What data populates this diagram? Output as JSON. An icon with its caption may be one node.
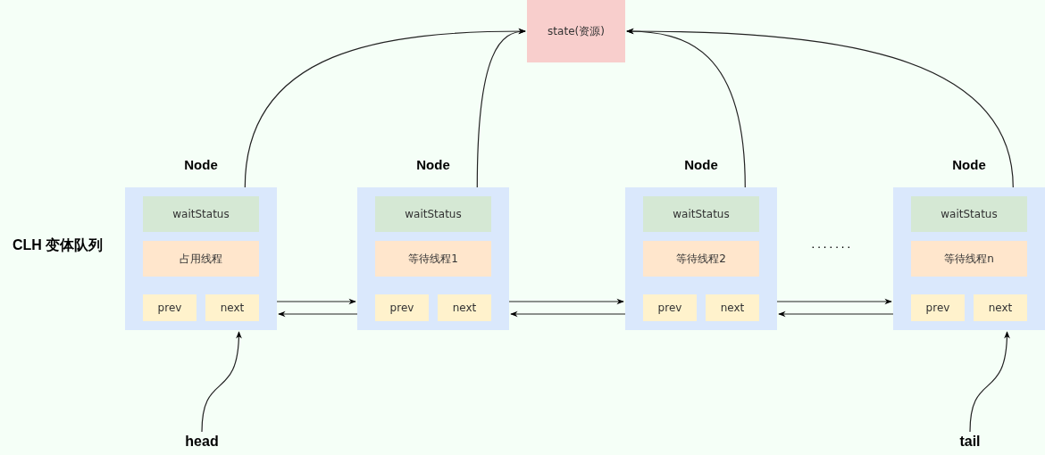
{
  "diagram": {
    "nodes": [
      {
        "text": [
          "state(资源)"
        ]
      },
      {
        "text": [
          "Node"
        ]
      },
      {
        "text": [
          "waitStatus"
        ],
        "in": 1
      },
      {
        "text": [
          "占用线程"
        ],
        "in": 1
      },
      {
        "text": [
          "prev"
        ],
        "in": 1
      },
      {
        "text": [
          "next"
        ],
        "in": 1
      },
      {
        "text": [
          "Node"
        ]
      },
      {
        "text": [
          "waitStatus"
        ],
        "in": 6
      },
      {
        "text": [
          "等待线程1"
        ],
        "in": 6
      },
      {
        "text": [
          "prev"
        ],
        "in": 6
      },
      {
        "text": [
          "next"
        ],
        "in": 6
      },
      {
        "text": [
          "Node"
        ]
      },
      {
        "text": [
          "waitStatus"
        ],
        "in": 11
      },
      {
        "text": [
          "等待线程2"
        ],
        "in": 11
      },
      {
        "text": [
          "prev"
        ],
        "in": 11
      },
      {
        "text": [
          "next"
        ],
        "in": 11
      },
      {
        "text": [
          "Node"
        ]
      },
      {
        "text": [
          "waitStatus"
        ],
        "in": 16
      },
      {
        "text": [
          "等待线程n"
        ],
        "in": 16
      },
      {
        "text": [
          "prev"
        ],
        "in": 16
      },
      {
        "text": [
          "next"
        ],
        "in": 16
      },
      {
        "text": [
          "head"
        ]
      },
      {
        "text": [
          "tail"
        ]
      }
    ],
    "edges": [
      {
        "from": 1,
        "to": 0,
        "arrow": "to"
      },
      {
        "from": 6,
        "to": 0,
        "arrow": "to"
      },
      {
        "from": 11,
        "to": 0,
        "arrow": "to"
      },
      {
        "from": 16,
        "to": 0,
        "arrow": "to"
      },
      {
        "from": 5,
        "to": 6,
        "arrow": "to"
      },
      {
        "from": 9,
        "to": 1,
        "arrow": "to"
      },
      {
        "from": 10,
        "to": 11,
        "arrow": "to"
      },
      {
        "from": 14,
        "to": 6,
        "arrow": "to"
      },
      {
        "from": 15,
        "to": 16,
        "arrow": "to"
      },
      {
        "from": 19,
        "to": 11,
        "arrow": "to"
      },
      {
        "from": 21,
        "to": 1,
        "arrow": "to"
      },
      {
        "from": 22,
        "to": 16,
        "arrow": "to"
      }
    ],
    "labels": [
      "CLH 变体队列",
      "·······"
    ]
  }
}
